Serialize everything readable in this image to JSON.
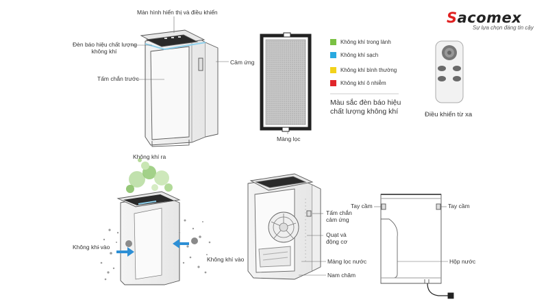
{
  "brand": {
    "logo_first_letter": "S",
    "logo_text": "acomex",
    "tagline": "Sự lựa chọn đáng tin cậy",
    "accent_color": "#e02020"
  },
  "top_left": {
    "display_label": "Màn hình hiển thị và điều khiển",
    "indicator_label_line1": "Đèn báo hiệu chất lượng",
    "indicator_label_line2": "không khí",
    "touch_label": "Cảm ứng",
    "front_cover_label": "Tấm chắn trước"
  },
  "filter": {
    "label": "Màng lọc"
  },
  "legend": {
    "items": [
      {
        "label": "Không khí trong lành",
        "color": "#7ac143"
      },
      {
        "label": "Không khí sạch",
        "color": "#29a9e0"
      },
      {
        "label": "Không khí bình thường",
        "color": "#f2d21b"
      },
      {
        "label": "Không khí ô nhiễm",
        "color": "#e0262b"
      }
    ],
    "caption_line1": "Màu sắc đèn báo hiệu",
    "caption_line2": "chất lượng không khí"
  },
  "remote": {
    "label": "Điều khiển từ xa"
  },
  "airflow": {
    "out_label": "Không khí ra",
    "in_label_left": "Không khí vào",
    "in_label_right": "Không khí vào"
  },
  "internal": {
    "touch_shield_line1": "Tấm chắn",
    "touch_shield_line2": "cảm ứng",
    "fan_line1": "Quạt và",
    "fan_line2": "động cơ",
    "water_filter": "Màng lọc nước",
    "magnet": "Nam châm"
  },
  "side_view": {
    "handle_left": "Tay cầm",
    "handle_right": "Tay cầm",
    "water_tank": "Hộp nước"
  }
}
